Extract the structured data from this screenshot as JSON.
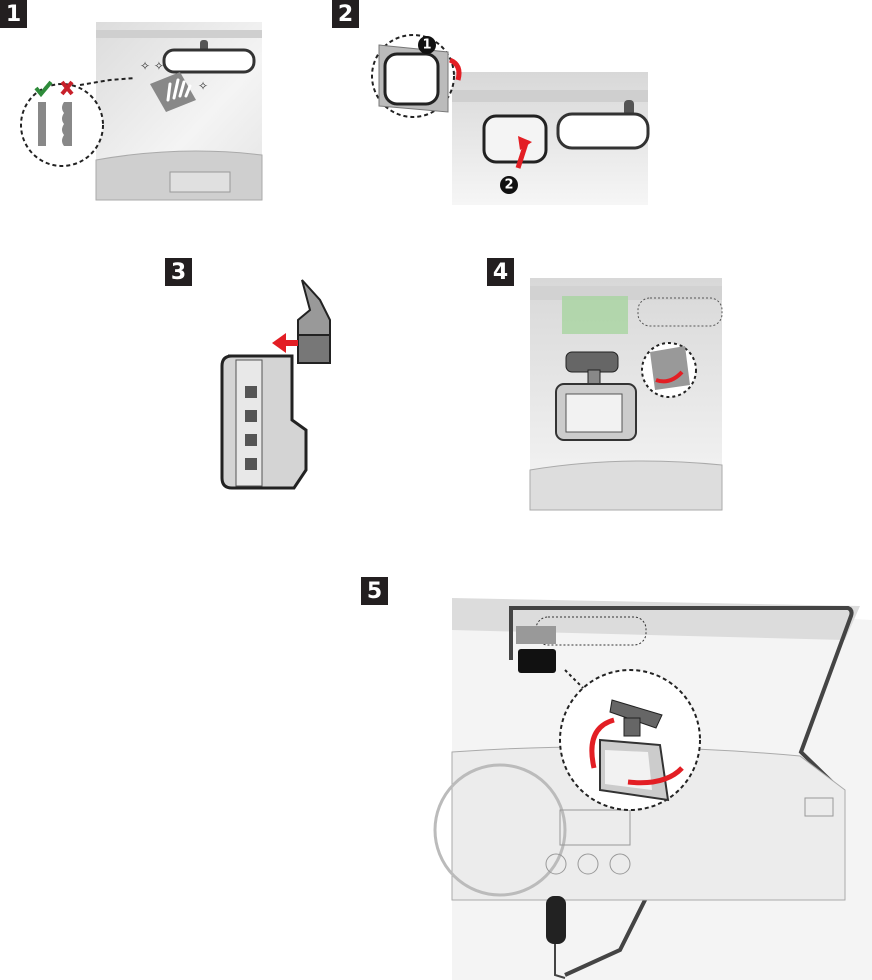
{
  "steps": [
    {
      "number": "1"
    },
    {
      "number": "2",
      "sub_steps": [
        "1",
        "2"
      ]
    },
    {
      "number": "3"
    },
    {
      "number": "4"
    },
    {
      "number": "5"
    }
  ],
  "colors": {
    "badge": "#231f20",
    "arrow": "#e31e24",
    "check": "#2e8b3a",
    "cross": "#c8202a",
    "adhesive_area": "#a8d5a0"
  }
}
